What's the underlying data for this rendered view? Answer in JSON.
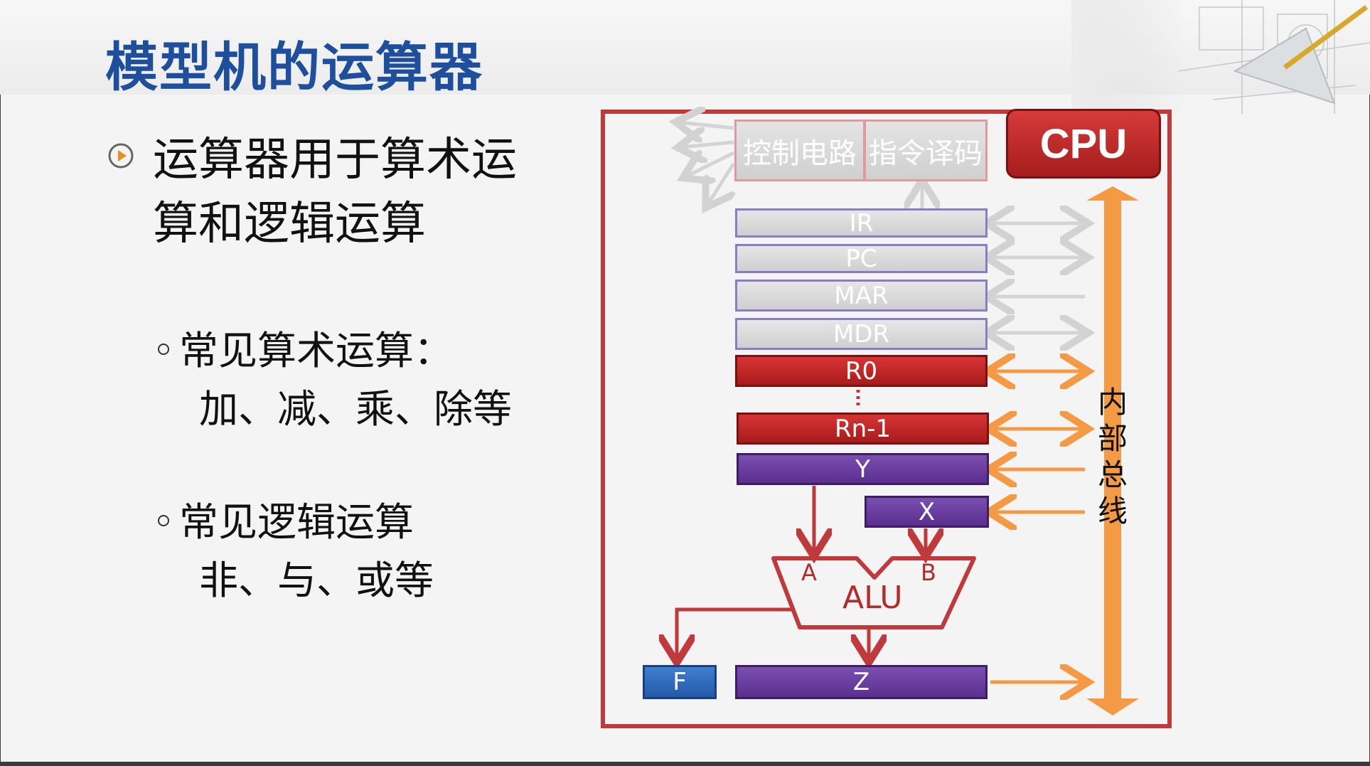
{
  "slide": {
    "title": "模型机的运算器",
    "main_point": "运算器用于算术运算和逻辑运算",
    "sub_points": [
      {
        "heading": "常见算术运算：",
        "detail": "加、减、乘、除等"
      },
      {
        "heading": "常见逻辑运算",
        "detail": "非、与、或等"
      }
    ]
  },
  "diagram": {
    "cpu_label": "CPU",
    "control_circuit": "控制电路",
    "instruction_decode": "指令译码",
    "registers": {
      "ir": "IR",
      "pc": "PC",
      "mar": "MAR",
      "mdr": "MDR",
      "r0": "R0",
      "ellipsis": "⋮",
      "rn1": "Rn-1",
      "y": "Y",
      "x": "X",
      "f": "F",
      "z": "Z"
    },
    "alu": {
      "label": "ALU",
      "input_a": "A",
      "input_b": "B"
    },
    "bus_label": [
      "内",
      "部",
      "总",
      "线"
    ],
    "colors": {
      "frame_red": "#c0393b",
      "bus_orange": "#f59a44",
      "register_red": "#c22a2a",
      "register_purple": "#6a3fa0",
      "register_blue": "#2f6cc0",
      "title_blue": "#1e4f9c"
    }
  }
}
